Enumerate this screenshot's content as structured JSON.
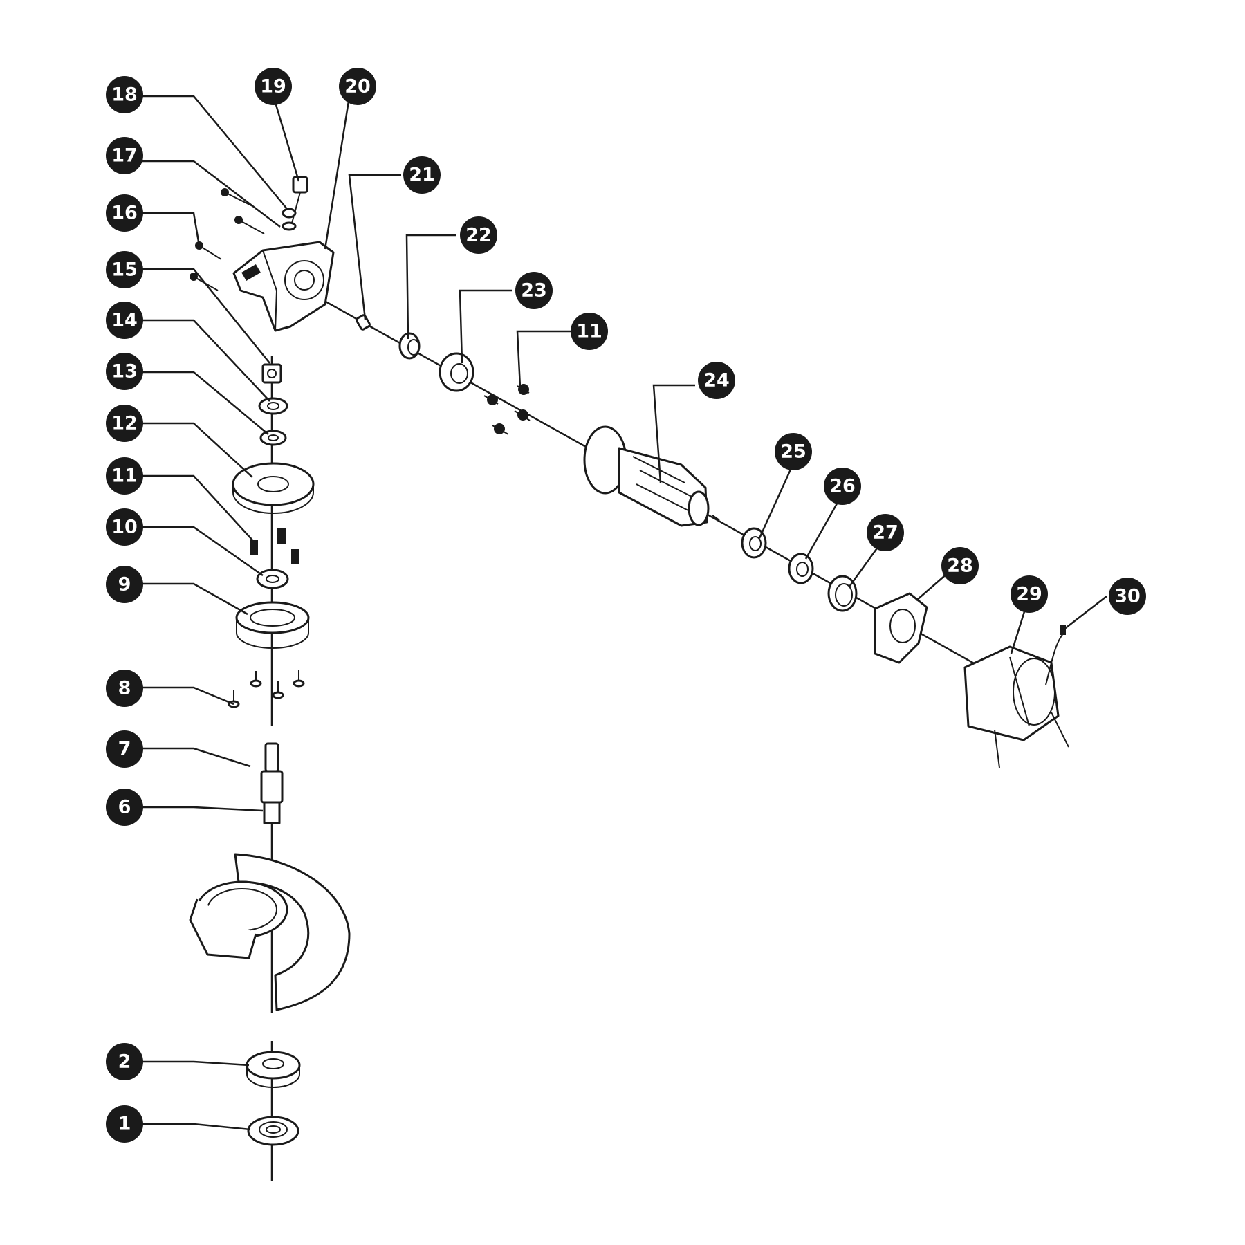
{
  "callouts": [
    {
      "id": "1",
      "label": "1"
    },
    {
      "id": "2",
      "label": "2"
    },
    {
      "id": "6",
      "label": "6"
    },
    {
      "id": "7",
      "label": "7"
    },
    {
      "id": "8",
      "label": "8"
    },
    {
      "id": "9",
      "label": "9"
    },
    {
      "id": "10",
      "label": "10"
    },
    {
      "id": "11a",
      "label": "11"
    },
    {
      "id": "12",
      "label": "12"
    },
    {
      "id": "13",
      "label": "13"
    },
    {
      "id": "14",
      "label": "14"
    },
    {
      "id": "15",
      "label": "15"
    },
    {
      "id": "16",
      "label": "16"
    },
    {
      "id": "17",
      "label": "17"
    },
    {
      "id": "18",
      "label": "18"
    },
    {
      "id": "19",
      "label": "19"
    },
    {
      "id": "20",
      "label": "20"
    },
    {
      "id": "21",
      "label": "21"
    },
    {
      "id": "22",
      "label": "22"
    },
    {
      "id": "23",
      "label": "23"
    },
    {
      "id": "11b",
      "label": "11"
    },
    {
      "id": "24",
      "label": "24"
    },
    {
      "id": "25",
      "label": "25"
    },
    {
      "id": "26",
      "label": "26"
    },
    {
      "id": "27",
      "label": "27"
    },
    {
      "id": "28",
      "label": "28"
    },
    {
      "id": "29",
      "label": "29"
    },
    {
      "id": "30",
      "label": "30"
    }
  ],
  "colors": {
    "ink": "#1a1a1a",
    "background": "#ffffff",
    "callout_text": "#ffffff"
  }
}
